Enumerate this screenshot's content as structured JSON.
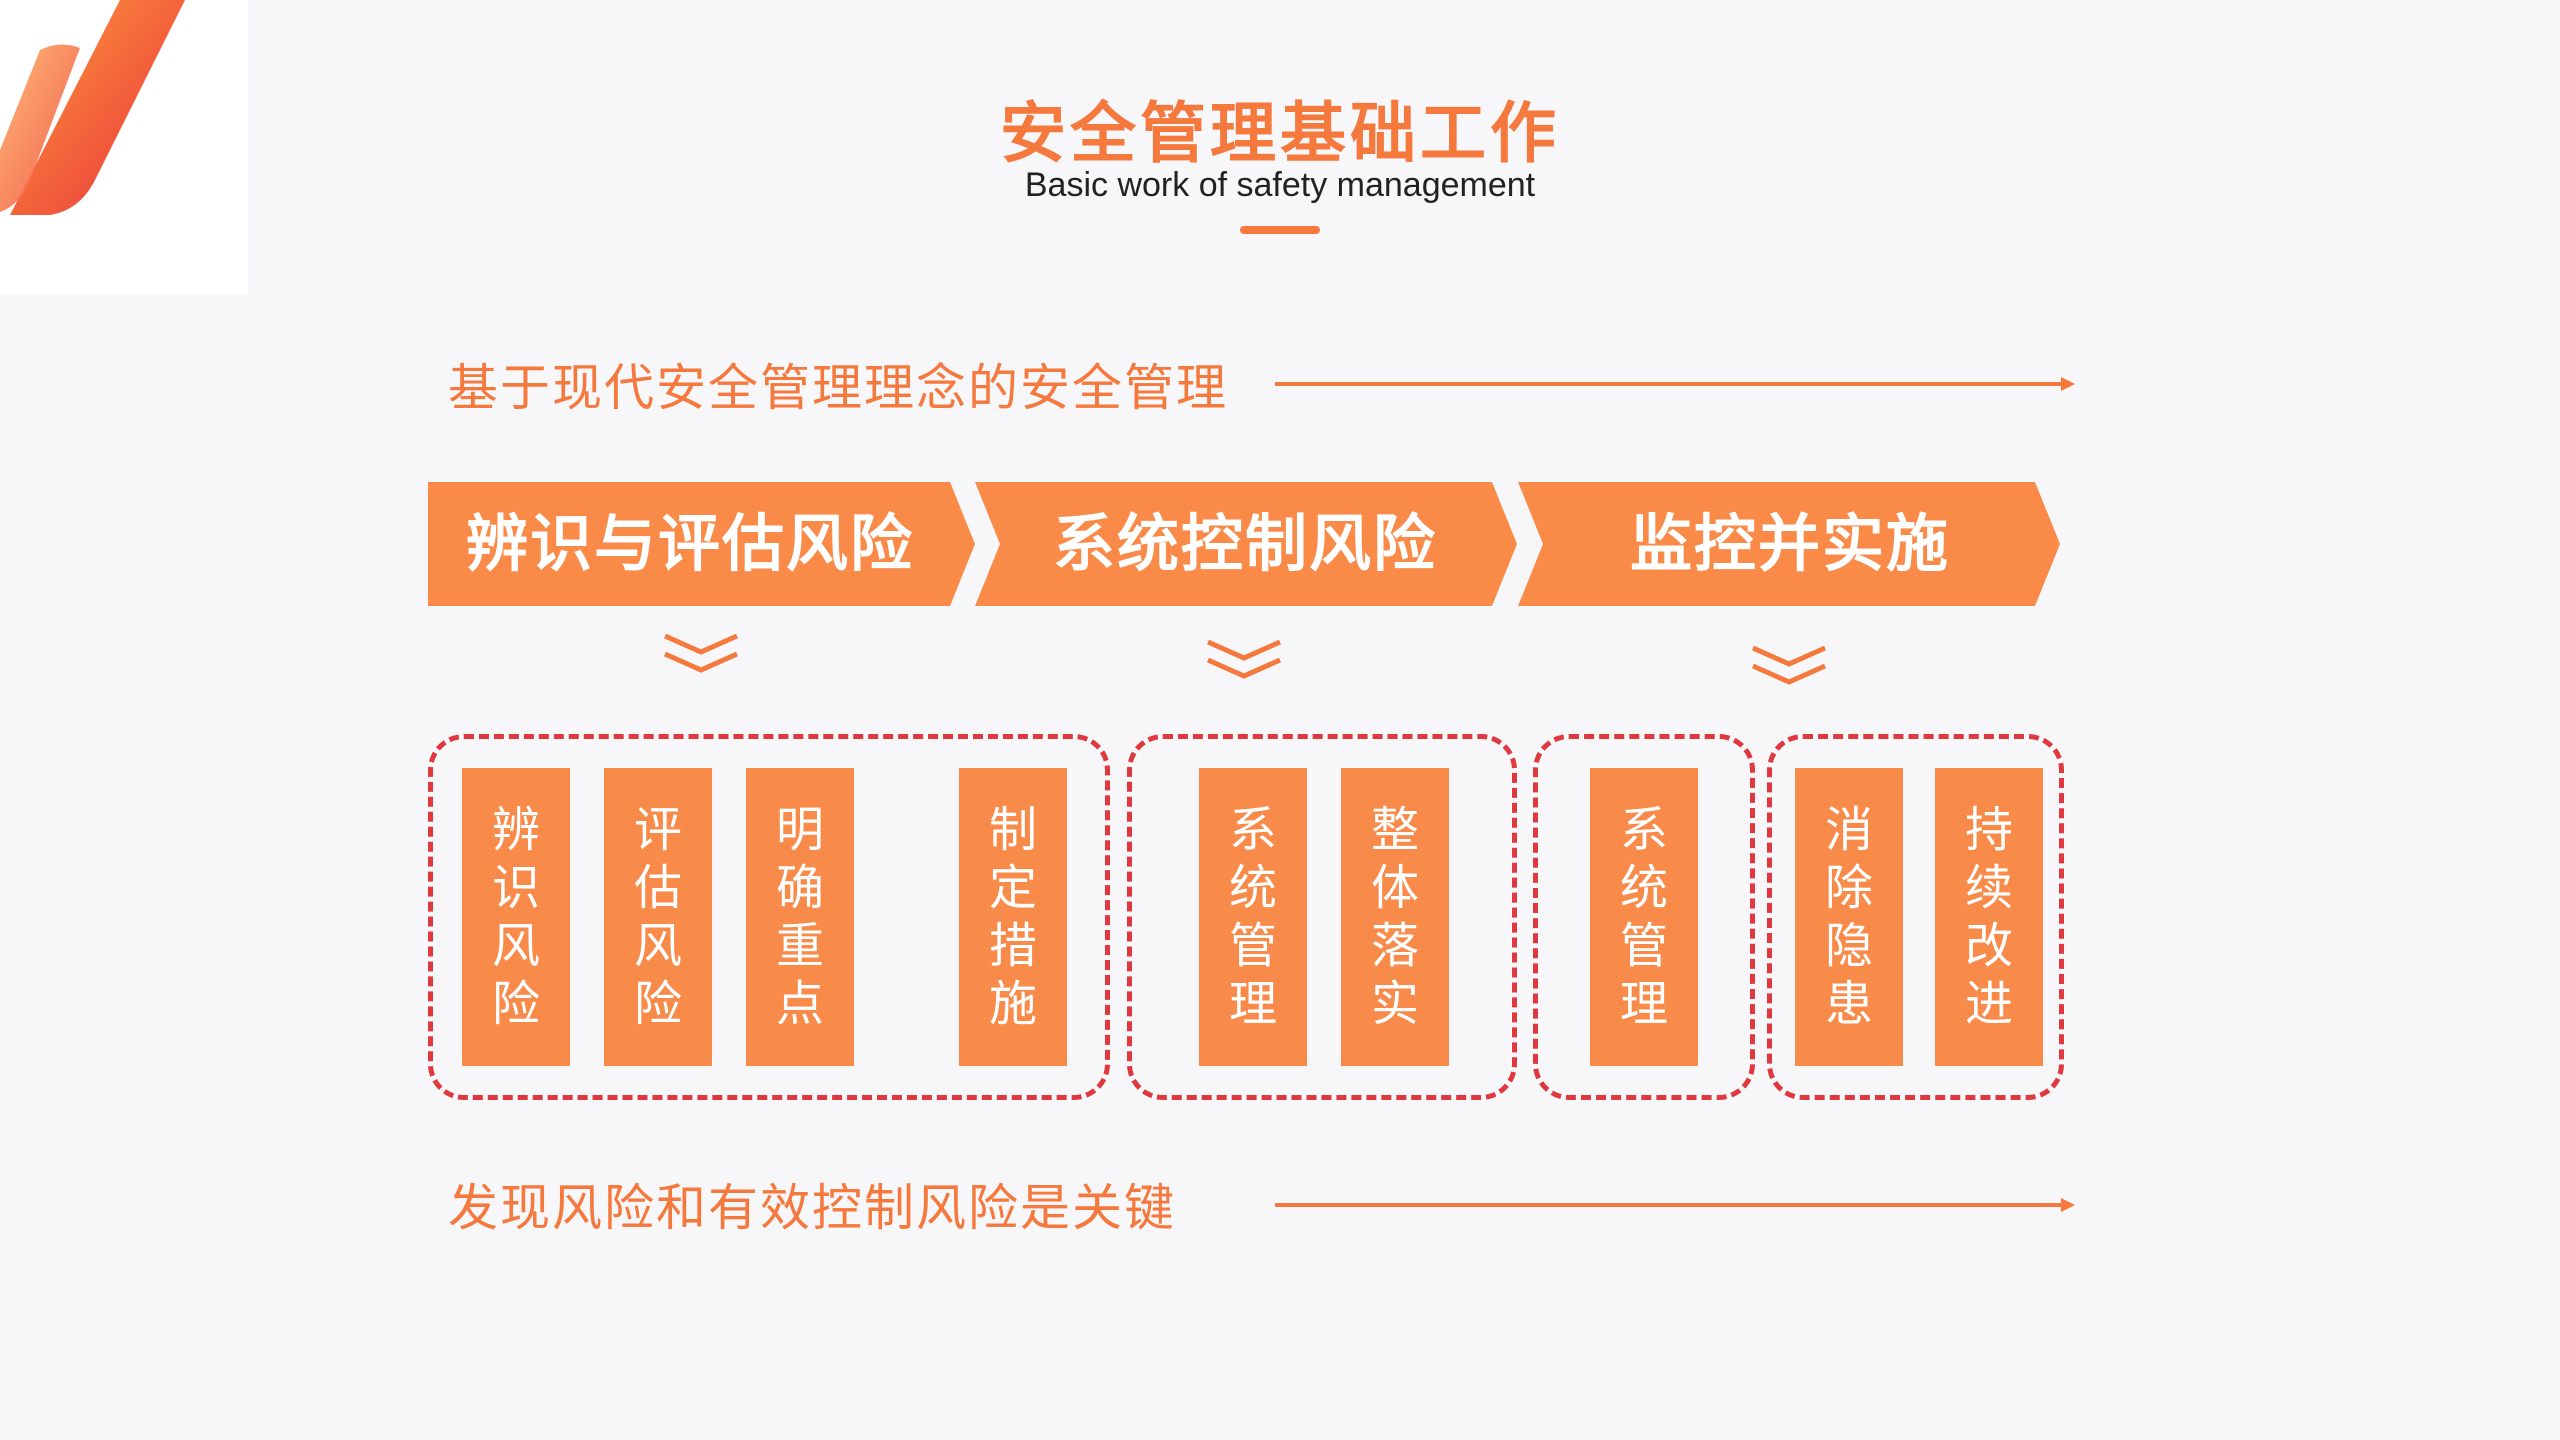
{
  "header": {
    "title": "安全管理基础工作",
    "subtitle": "Basic work of safety management"
  },
  "flow": {
    "top_text": "基于现代安全管理理念的安全管理",
    "bottom_text": "发现风险和有效控制风险是关键"
  },
  "stages": [
    {
      "label": "辨识与评估风险"
    },
    {
      "label": "系统控制风险"
    },
    {
      "label": "监控并实施"
    }
  ],
  "cards": [
    {
      "text": "辨识风险"
    },
    {
      "text": "评估风险"
    },
    {
      "text": "明确重点"
    },
    {
      "text": "制定措施"
    },
    {
      "text": "系统管理"
    },
    {
      "text": "整体落实"
    },
    {
      "text": "系统管理"
    },
    {
      "text": "消除隐患"
    },
    {
      "text": "持续改进"
    }
  ],
  "colors": {
    "accent_orange": "#f5783c",
    "card_orange": "#f98b4a",
    "chevron_orange": "#fa8a48",
    "dashed_red": "#e0383f",
    "background": "#f7f6f9"
  }
}
